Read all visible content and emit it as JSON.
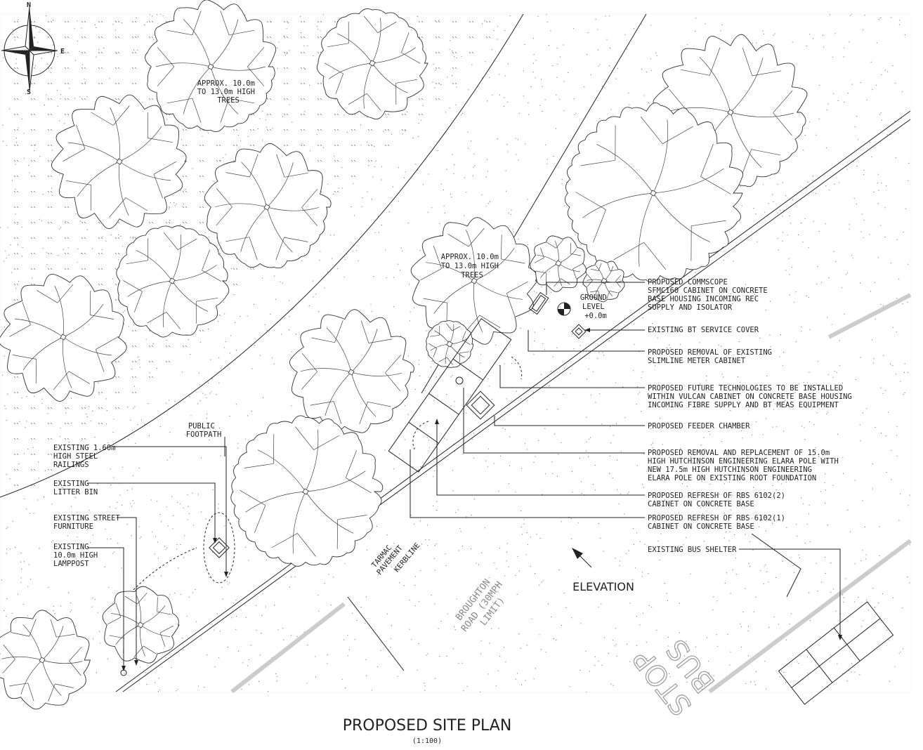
{
  "compass": {
    "n": "N",
    "e": "E",
    "s": "S"
  },
  "tree_notes": {
    "left": [
      "APPROX. 10.0m",
      "TO 13.0m HIGH",
      "TREES"
    ],
    "center": [
      "APPROX. 10.0m",
      "TO 13.0m HIGH",
      "TREES"
    ]
  },
  "ground_level": [
    "GROUND",
    "LEVEL",
    "+0.0m"
  ],
  "left_labels": {
    "public_footpath": [
      "PUBLIC",
      "FOOTPATH"
    ],
    "railings": [
      "EXISTING 1.60m",
      "HIGH STEEL",
      "RAILINGS"
    ],
    "litter_bin": [
      "EXISTING",
      "LITTER BIN"
    ],
    "street_furniture": [
      "EXISTING STREET",
      "FURNITURE"
    ],
    "lamppost": [
      "EXISTING",
      "10.0m HIGH",
      "LAMPPOST"
    ]
  },
  "right_labels": {
    "commscope": [
      "PROPOSED COMMSCOPE",
      "SFMC160 CABINET ON CONCRETE",
      "BASE HOUSING INCOMING REC",
      "SUPPLY AND ISOLATOR"
    ],
    "bt_cover": [
      "EXISTING BT SERVICE COVER"
    ],
    "meter_removal": [
      "PROPOSED REMOVAL OF EXISTING",
      "SLIMLINE METER CABINET"
    ],
    "future_tech": [
      "PROPOSED FUTURE TECHNOLOGIES TO BE INSTALLED",
      "WITHIN VULCAN CABINET ON CONCRETE BASE HOUSING",
      "INCOMING FIBRE SUPPLY AND BT MEAS EQUIPMENT"
    ],
    "feeder": [
      "PROPOSED FEEDER CHAMBER"
    ],
    "pole": [
      "PROPOSED REMOVAL AND REPLACEMENT OF 15.0m",
      "HIGH HUTCHINSON ENGINEERING ELARA POLE WITH",
      "NEW 17.5m HIGH HUTCHINSON ENGINEERING",
      "ELARA POLE ON EXISTING ROOT FOUNDATION"
    ],
    "rbs2": [
      "PROPOSED REFRESH OF RBS 6102(2)",
      "CABINET ON CONCRETE BASE"
    ],
    "rbs1": [
      "PROPOSED REFRESH OF RBS 6102(1)",
      "CABINET ON CONCRETE BASE"
    ],
    "bus_shelter": [
      "EXISTING BUS SHELTER"
    ]
  },
  "road": {
    "tarmac": [
      "TARMAC",
      "PAVEMENT"
    ],
    "kerbline": "KERBLINE",
    "road_name": [
      "BROUGHTON",
      "ROAD (30MPH",
      "LIMIT)"
    ],
    "bus_stop": [
      "BUS",
      "STOP"
    ]
  },
  "elevation": "ELEVATION",
  "plan_title": "PROPOSED SITE PLAN",
  "plan_scale": "(1:100)",
  "colors": {
    "ink": "#222222",
    "paper": "#ffffff",
    "road_marking": "#cccccc"
  }
}
